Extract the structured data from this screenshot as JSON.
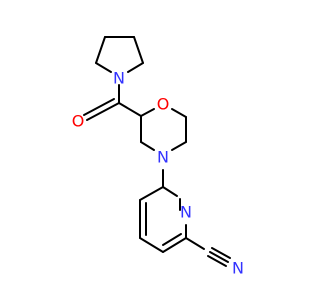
{
  "molecule": {
    "colors": {
      "carbon": "#000000",
      "nitrogen": "#3333ff",
      "oxygen": "#ff0000",
      "background": "#ffffff"
    },
    "atoms": [
      {
        "id": "pyrrolidine_N",
        "element": "N",
        "label": "N"
      },
      {
        "id": "carbonyl_O",
        "element": "O",
        "label": "O"
      },
      {
        "id": "morpholine_O",
        "element": "O",
        "label": "O"
      },
      {
        "id": "morpholine_N",
        "element": "N",
        "label": "N"
      },
      {
        "id": "pyridine_N",
        "element": "N",
        "label": "N"
      },
      {
        "id": "nitrile_N",
        "element": "N",
        "label": "N"
      }
    ]
  }
}
